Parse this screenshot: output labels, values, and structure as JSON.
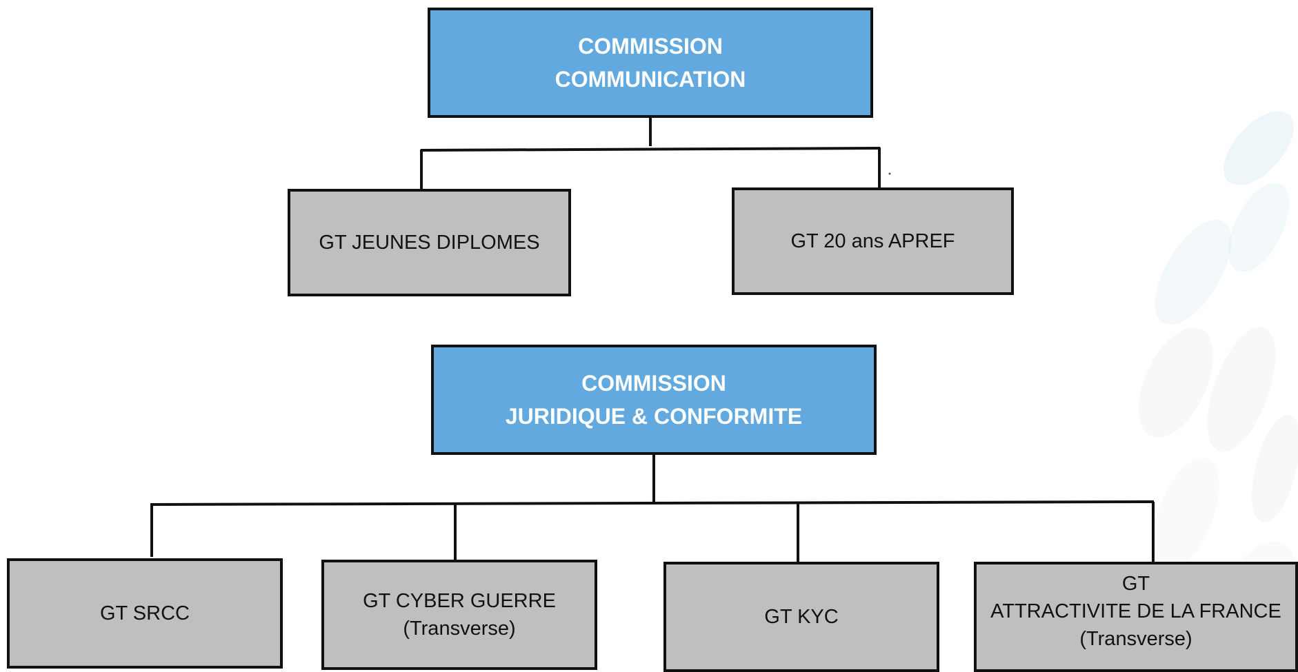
{
  "colors": {
    "commission_fill": "#61a9de",
    "group_fill": "#bfbfbf",
    "border": "#111111",
    "commission_text": "#ffffff",
    "group_text": "#111111"
  },
  "org_chart": {
    "top": {
      "commission": {
        "lines": [
          "COMMISSION",
          "COMMUNICATION"
        ]
      },
      "groups": [
        {
          "lines": [
            "GT JEUNES DIPLOMES"
          ]
        },
        {
          "lines": [
            "GT 20 ans APREF"
          ]
        }
      ]
    },
    "bottom": {
      "commission": {
        "lines": [
          "COMMISSION",
          "JURIDIQUE & CONFORMITE"
        ]
      },
      "groups": [
        {
          "lines": [
            "GT SRCC"
          ]
        },
        {
          "lines": [
            "GT CYBER GUERRE",
            "(Transverse)"
          ]
        },
        {
          "lines": [
            "GT KYC"
          ]
        },
        {
          "lines": [
            "GT",
            "ATTRACTIVITE DE LA FRANCE",
            "(Transverse)"
          ]
        }
      ]
    }
  }
}
